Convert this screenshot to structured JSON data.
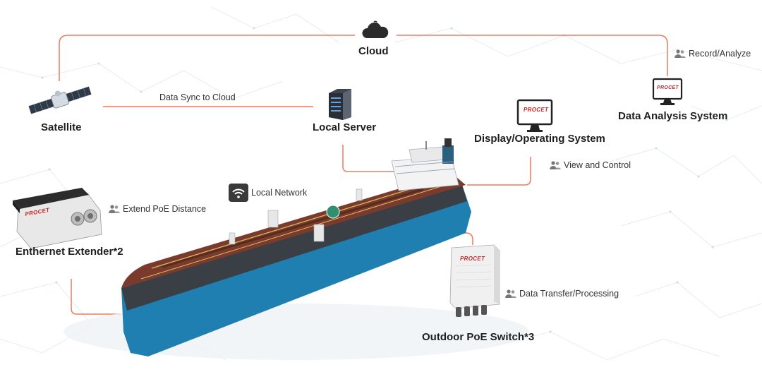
{
  "nodes": {
    "cloud": "Cloud",
    "satellite": "Satellite",
    "local_server": "Local Server",
    "display_system": "Display/Operating System",
    "data_analysis": "Data Analysis System",
    "extender": "Enthernet Extender*2",
    "poe_switch": "Outdoor PoE Switch*3"
  },
  "links": {
    "data_sync": "Data Sync to Cloud",
    "local_network": "Local Network"
  },
  "annotations": {
    "record_analyze": "Record/Analyze",
    "view_control": "View and Control",
    "extend_poe": "Extend PoE Distance",
    "data_transfer": "Data Transfer/Processing"
  },
  "brand": {
    "logo_text": "PROCET"
  },
  "colors": {
    "link_line": "#f07a5e",
    "ship_hull": "#1f7fb0",
    "ship_deck": "#7a3b2e",
    "icon_dark": "#2b2b2b"
  }
}
